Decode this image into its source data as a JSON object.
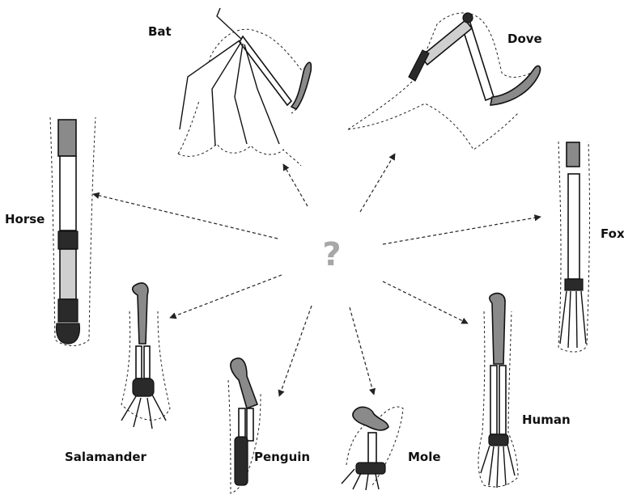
{
  "center": {
    "symbol": "?"
  },
  "labels": {
    "bat": "Bat",
    "dove": "Dove",
    "horse": "Horse",
    "fox": "Fox",
    "salamander": "Salamander",
    "penguin": "Penguin",
    "mole": "Mole",
    "human": "Human"
  }
}
